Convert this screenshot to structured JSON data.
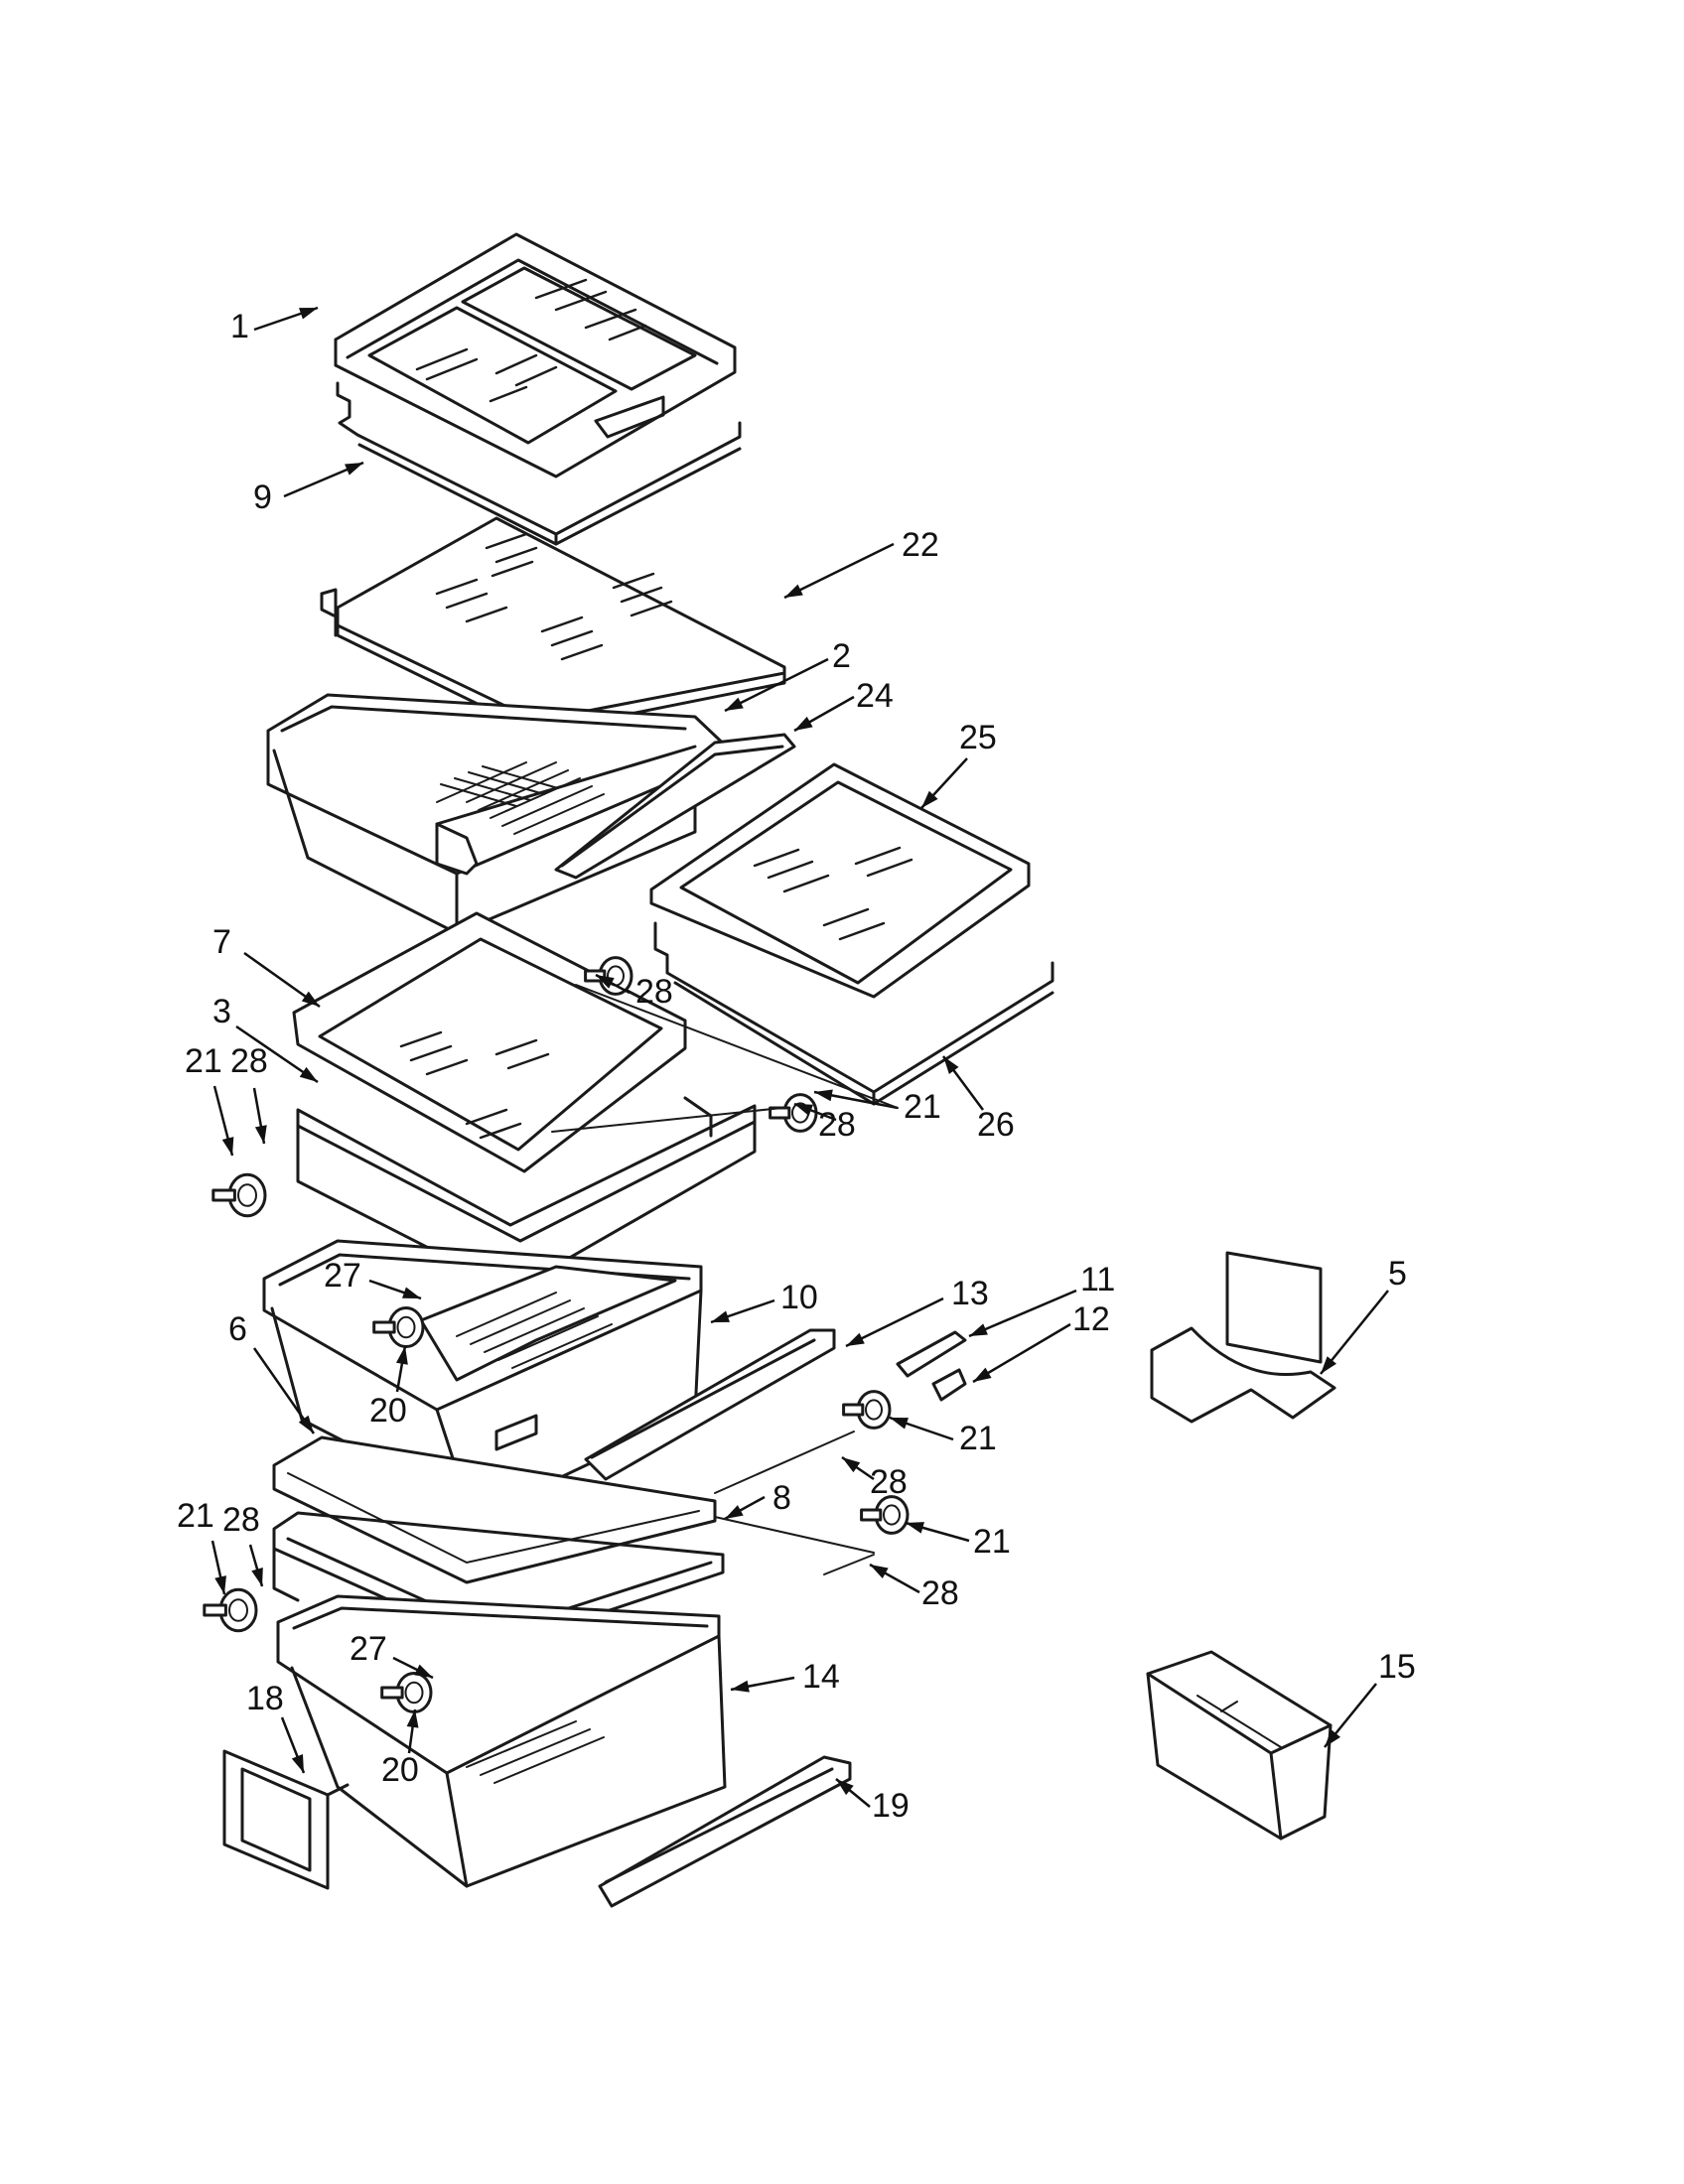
{
  "callouts": [
    {
      "id": "c1",
      "label": "1"
    },
    {
      "id": "c9",
      "label": "9"
    },
    {
      "id": "c22",
      "label": "22"
    },
    {
      "id": "c2",
      "label": "2"
    },
    {
      "id": "c24",
      "label": "24"
    },
    {
      "id": "c25",
      "label": "25"
    },
    {
      "id": "c7",
      "label": "7"
    },
    {
      "id": "c28a",
      "label": "28"
    },
    {
      "id": "c3",
      "label": "3"
    },
    {
      "id": "c21a",
      "label": "21"
    },
    {
      "id": "c28b",
      "label": "28"
    },
    {
      "id": "c21b",
      "label": "21"
    },
    {
      "id": "c28c",
      "label": "28"
    },
    {
      "id": "c26",
      "label": "26"
    },
    {
      "id": "c27a",
      "label": "27"
    },
    {
      "id": "c10",
      "label": "10"
    },
    {
      "id": "c13",
      "label": "13"
    },
    {
      "id": "c11",
      "label": "11"
    },
    {
      "id": "c12",
      "label": "12"
    },
    {
      "id": "c5",
      "label": "5"
    },
    {
      "id": "c6",
      "label": "6"
    },
    {
      "id": "c20a",
      "label": "20"
    },
    {
      "id": "c21c",
      "label": "21"
    },
    {
      "id": "c28d",
      "label": "28"
    },
    {
      "id": "c21d",
      "label": "21"
    },
    {
      "id": "c28e",
      "label": "28"
    },
    {
      "id": "c8",
      "label": "8"
    },
    {
      "id": "c21e",
      "label": "21"
    },
    {
      "id": "c28f",
      "label": "28"
    },
    {
      "id": "c27b",
      "label": "27"
    },
    {
      "id": "c14",
      "label": "14"
    },
    {
      "id": "c15",
      "label": "15"
    },
    {
      "id": "c18",
      "label": "18"
    },
    {
      "id": "c20b",
      "label": "20"
    },
    {
      "id": "c19",
      "label": "19"
    }
  ]
}
